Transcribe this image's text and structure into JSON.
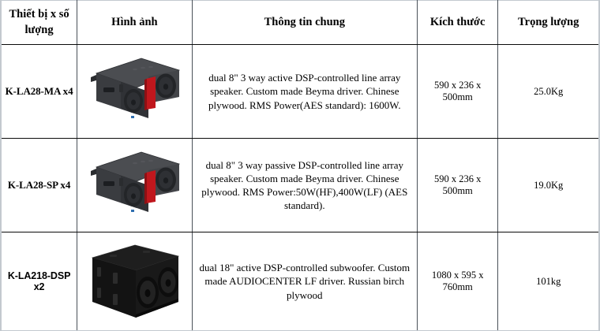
{
  "table": {
    "columns": [
      {
        "key": "device",
        "label": "Thiết bị x số lượng"
      },
      {
        "key": "image",
        "label": "Hình ảnh"
      },
      {
        "key": "info",
        "label": "Thông tin chung"
      },
      {
        "key": "size",
        "label": "Kích thước"
      },
      {
        "key": "weight",
        "label": "Trọng lượng"
      }
    ],
    "rows": [
      {
        "device": "K-LA28-MA x4",
        "image_alt": "line-array-speaker-red-panel",
        "info": "dual 8\"  3 way active DSP-controlled line array speaker. Custom made Beyma driver. Chinese plywood. RMS Power(AES standard): 1600W.",
        "size": "590 x 236 x 500mm",
        "weight": "25.0Kg"
      },
      {
        "device": "K-LA28-SP x4",
        "image_alt": "line-array-speaker-red-panel",
        "info": "dual 8\"  3 way passive DSP-controlled line array speaker. Custom made Beyma driver. Chinese plywood. RMS Power:50W(HF),400W(LF) (AES standard).",
        "size": "590 x 236 x 500mm",
        "weight": "19.0Kg"
      },
      {
        "device": "K-LA218-DSP x2",
        "image_alt": "dual-18-inch-subwoofer-cabinet",
        "info": "dual 18\" active DSP-controlled subwoofer. Custom made AUDIOCENTER LF driver. Russian birch plywood",
        "size": "1080 x 595 x 760mm",
        "weight": "101kg"
      }
    ]
  },
  "colors": {
    "border_dark": "#0a0a0a",
    "border_grey": "#4a5058",
    "border_light": "#c3c9cf",
    "accent_red": "#c0171d",
    "cabinet_dark": "#3a3c40",
    "cabinet_black": "#141414",
    "background": "#ffffff",
    "text": "#000000"
  }
}
